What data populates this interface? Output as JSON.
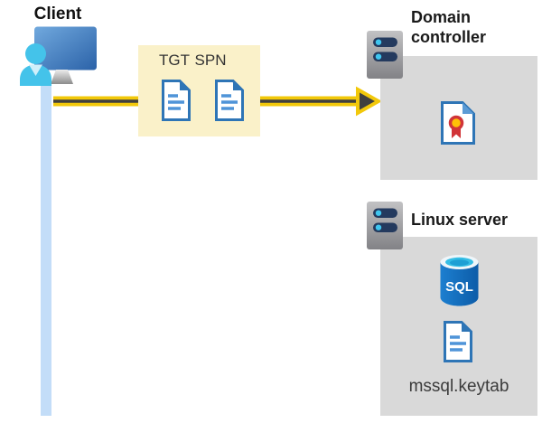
{
  "client": {
    "label": "Client"
  },
  "tickets": {
    "tgt": "TGT",
    "spn": "SPN"
  },
  "domain_controller": {
    "label": "Domain controller"
  },
  "linux_server": {
    "label": "Linux server",
    "sql": "SQL",
    "keytab": "mssql.keytab"
  },
  "colors": {
    "panel_gray": "#D9D9D9",
    "ticket_box_yellow": "#FAF1C9",
    "arrow_yellow": "#F2C80A",
    "arrow_dark": "#3F3F3F",
    "connector_blue": "#C3DDF8",
    "doc_blue": "#2E75B6",
    "doc_line_blue": "#4F94D8",
    "person_cyan": "#44C3EA",
    "sql_blue": "#1066B2",
    "server_bar_navy": "#243A5E",
    "server_dot_cyan": "#3FC6F0",
    "cert_ribbon_red": "#D13438",
    "cert_seal_gold": "#FFC107"
  }
}
